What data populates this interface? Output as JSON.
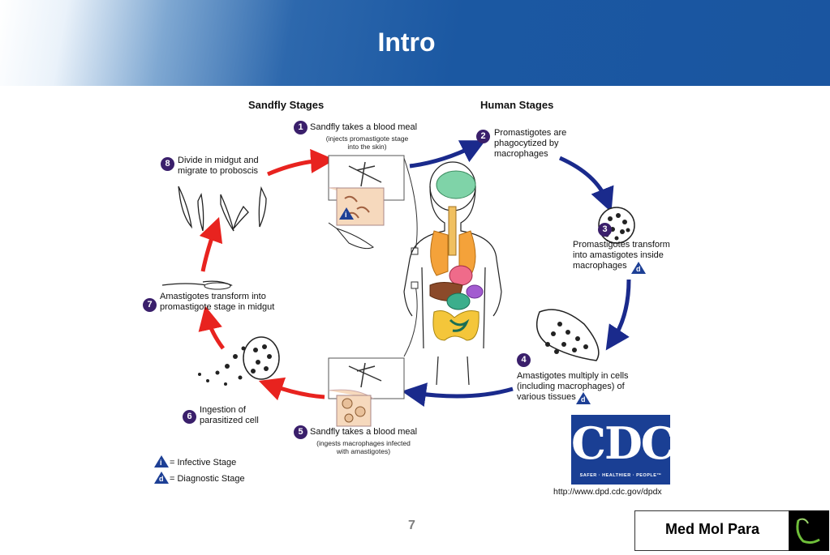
{
  "slide": {
    "title": "Intro",
    "page_number": "7",
    "footer_label": "Med Mol Para"
  },
  "diagram": {
    "sandfly_heading": "Sandfly Stages",
    "human_heading": "Human Stages",
    "steps": [
      {
        "num": "1",
        "text": "Sandfly takes a blood meal",
        "sub1": "(injects promastigote stage",
        "sub2": "into the skin)"
      },
      {
        "num": "2",
        "line1": "Promastigotes are",
        "line2": "phagocytized by",
        "line3": "macrophages"
      },
      {
        "num": "3",
        "line1": "Promastigotes transform",
        "line2": "into amastigotes inside",
        "line3": "macrophages"
      },
      {
        "num": "4",
        "line1": "Amastigotes multiply in cells",
        "line2": "(including macrophages) of",
        "line3": "various tissues"
      },
      {
        "num": "5",
        "text": "Sandfly takes a blood meal",
        "sub1": "(ingests macrophages infected",
        "sub2": "with amastigotes)"
      },
      {
        "num": "6",
        "line1": "Ingestion of",
        "line2": "parasitized cell"
      },
      {
        "num": "7",
        "line1": "Amastigotes transform into",
        "line2": "promastigote stage in midgut"
      },
      {
        "num": "8",
        "line1": "Divide in midgut and",
        "line2": "migrate to proboscis"
      }
    ],
    "legend": {
      "infective_symbol": "i",
      "infective_label": "= Infective Stage",
      "diagnostic_symbol": "d",
      "diagnostic_label": "= Diagnostic Stage"
    },
    "cdc": {
      "logo": "CDC",
      "tagline": "SAFER · HEALTHIER · PEOPLE™",
      "url": "http://www.dpd.cdc.gov/dpdx"
    }
  },
  "colors": {
    "banner_blue": "#1a55a0",
    "step_marker": "#3a1f6b",
    "sandfly_arrow": "#e8231f",
    "human_arrow": "#1a2a8c",
    "stage_triangle": "#1d3f95"
  }
}
